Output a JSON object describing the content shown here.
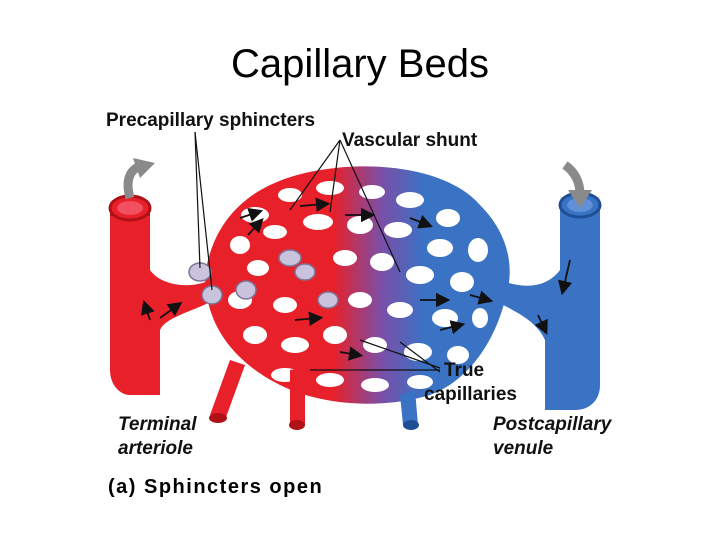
{
  "title": "Capillary Beds",
  "labels": {
    "precapillary_sphincters": "Precapillary sphincters",
    "vascular_shunt": "Vascular shunt",
    "true_capillaries_1": "True",
    "true_capillaries_2": "capillaries",
    "terminal_arteriole_1": "Terminal",
    "terminal_arteriole_2": "arteriole",
    "postcapillary_venule_1": "Postcapillary",
    "postcapillary_venule_2": "venule"
  },
  "caption": "(a) Sphincters open",
  "colors": {
    "artery": "#e8202a",
    "artery_dark": "#b01018",
    "vein": "#3a72c4",
    "vein_dark": "#1e4f96",
    "sphincter": "#c9c3de",
    "arrow_gray": "#8a8a8a"
  }
}
